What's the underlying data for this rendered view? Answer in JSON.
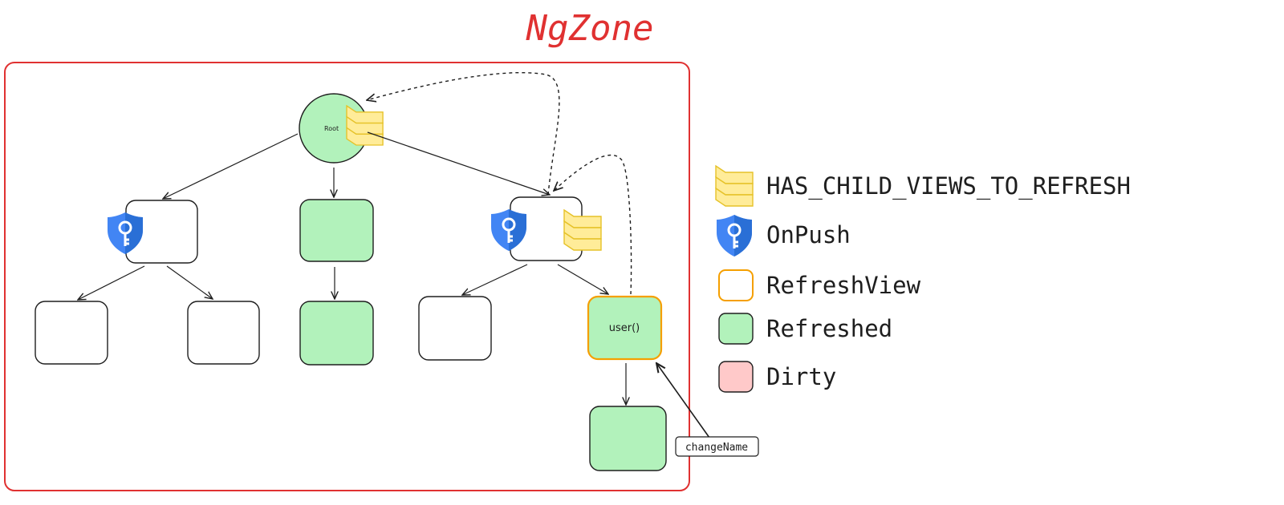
{
  "title": "NgZone",
  "colors": {
    "zone_border": "#e03131",
    "refreshed_fill": "#b2f2bb",
    "refresh_view_border": "#f59f00",
    "dirty_fill": "#ffc9c9",
    "onpush_blue": "#4285f4",
    "flag_fill": "#ffec99",
    "stroke": "#1e1e1e"
  },
  "nodes": {
    "root": {
      "label": "Root"
    },
    "user": {
      "label": "user()"
    }
  },
  "annotations": {
    "change_name": "changeName"
  },
  "legend": [
    {
      "icon": "has-child-views-icon",
      "label": "HAS_CHILD_VIEWS_TO_REFRESH"
    },
    {
      "icon": "onpush-shield-key-icon",
      "label": "OnPush"
    },
    {
      "icon": "refresh-view-swatch",
      "label": "RefreshView"
    },
    {
      "icon": "refreshed-swatch",
      "label": "Refreshed"
    },
    {
      "icon": "dirty-swatch",
      "label": "Dirty"
    }
  ]
}
